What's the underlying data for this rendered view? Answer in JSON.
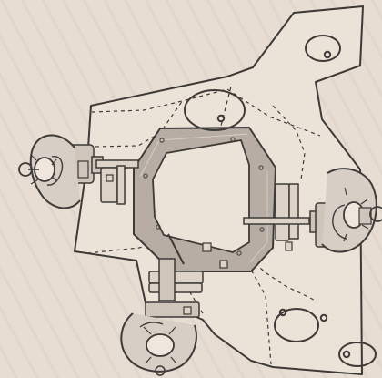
{
  "palette": {
    "background": "#e7ddd2",
    "line": "#3e3a37",
    "wall_fill": "#b7ada4",
    "floor_fill": "#ece3d8",
    "cut_fill": "#d7cec5",
    "table_fill": "#ddd3c8",
    "prop_fill": "#cfc5bb",
    "highlight": "#f3ece4"
  },
  "scene": {
    "kind": "top-down sketch of an irregular table layout with three seated figures",
    "figures": 3,
    "openings": 4
  }
}
